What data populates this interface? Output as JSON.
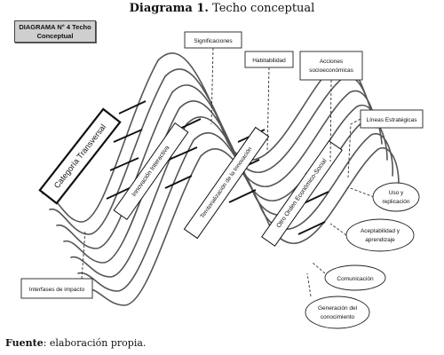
{
  "header": {
    "title_bold": "Diagrama 1.",
    "title_rest": "Techo conceptual",
    "tag_line1": "DIAGRAMA N° 4 Techo",
    "tag_line2": "Conceptual"
  },
  "boxes": {
    "significaciones": "Significaciones",
    "habitabilidad": "Habitabilidad",
    "acciones_1": "Acciones",
    "acciones_2": "socioeconómicas",
    "lineas": "Líneas Estratégicas",
    "interfases": "Interfases de impacto"
  },
  "ovals": {
    "uso_1": "Uso y",
    "uso_2": "replicación",
    "acept_1": "Aceptabilidad y",
    "acept_2": "aprendizaje",
    "comunicacion": "Comunicación",
    "generacion_1": "Generación del",
    "generacion_2": "conocimiento"
  },
  "beams": {
    "categoria": "Categoría Transversal",
    "innovacion": "Innovación Interactiva",
    "territorializacion": "Territorialización de la Innovación",
    "otro_orden": "Otro Orden Económico-Social"
  },
  "footer": {
    "source_bold": "Fuente",
    "source_rest": ": elaboración propia."
  }
}
